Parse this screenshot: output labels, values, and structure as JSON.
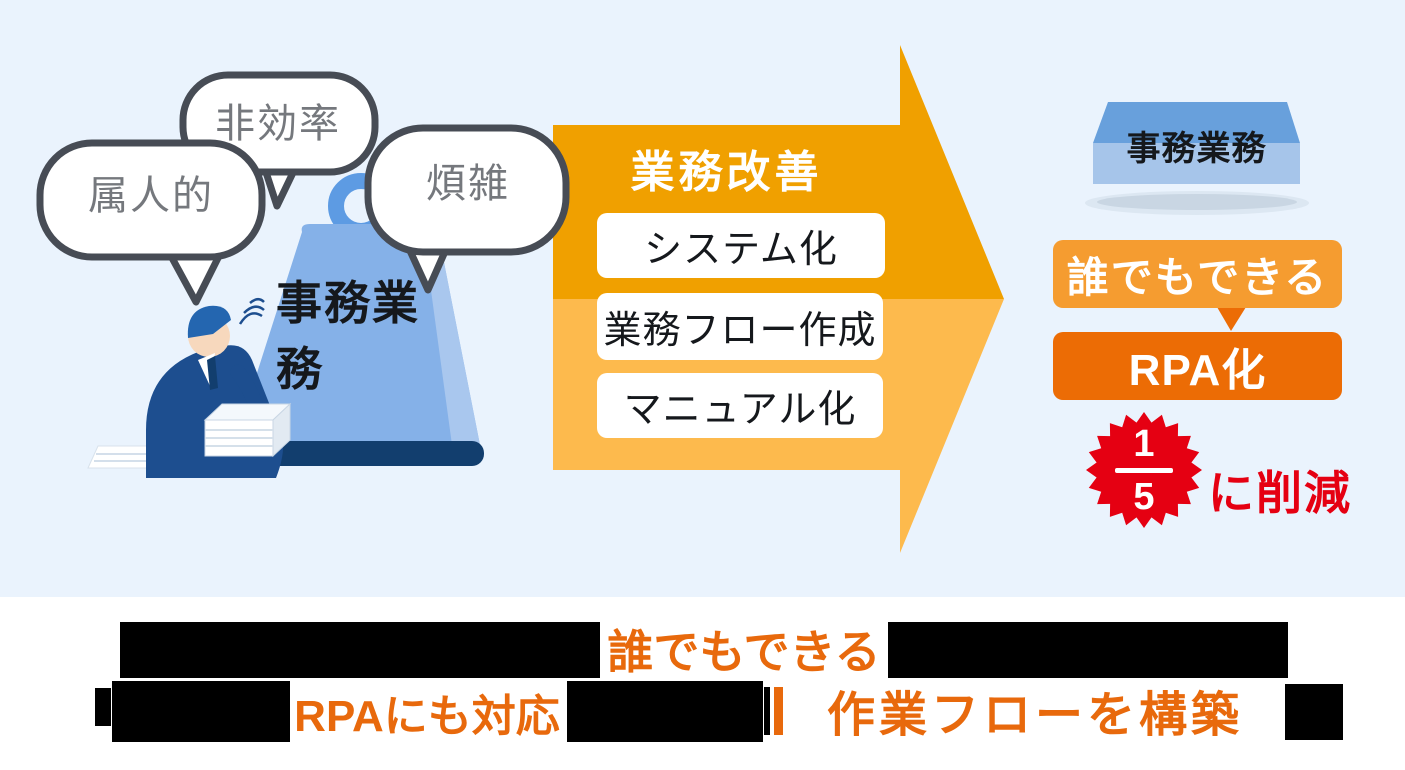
{
  "palette": {
    "background_blue": "#EAF3FD",
    "arrow_orange_dark": "#F0A000",
    "arrow_orange_light": "#FDBA4D",
    "result_box_orange": "#F59C30",
    "result_box_deep_orange": "#EC6C05",
    "badge_red": "#E50012",
    "weight_blue": "#85B1E8",
    "weight_base_navy": "#123E6E",
    "bubble_border_gray": "#474C55",
    "caption_highlight_orange": "#E8690C"
  },
  "problem": {
    "bubbles": [
      {
        "label": "非効率"
      },
      {
        "label": "属人的"
      },
      {
        "label": "煩雑"
      }
    ],
    "weight_label": "事務業務"
  },
  "improvement_arrow": {
    "title": "業務改善",
    "steps": [
      "システム化",
      "業務フロー作成",
      "マニュアル化"
    ]
  },
  "result": {
    "weight_label": "事務業務",
    "anyone_box_label": "誰でもできる",
    "rpa_box_label": "RPA化",
    "badge": {
      "numerator": "1",
      "denominator": "5",
      "suffix_label": "に削減"
    }
  },
  "caption": {
    "line1_highlight": "誰でもできる",
    "line2_highlight1": "RPAにも対応",
    "line2_highlight2": "作業フローを構築"
  }
}
